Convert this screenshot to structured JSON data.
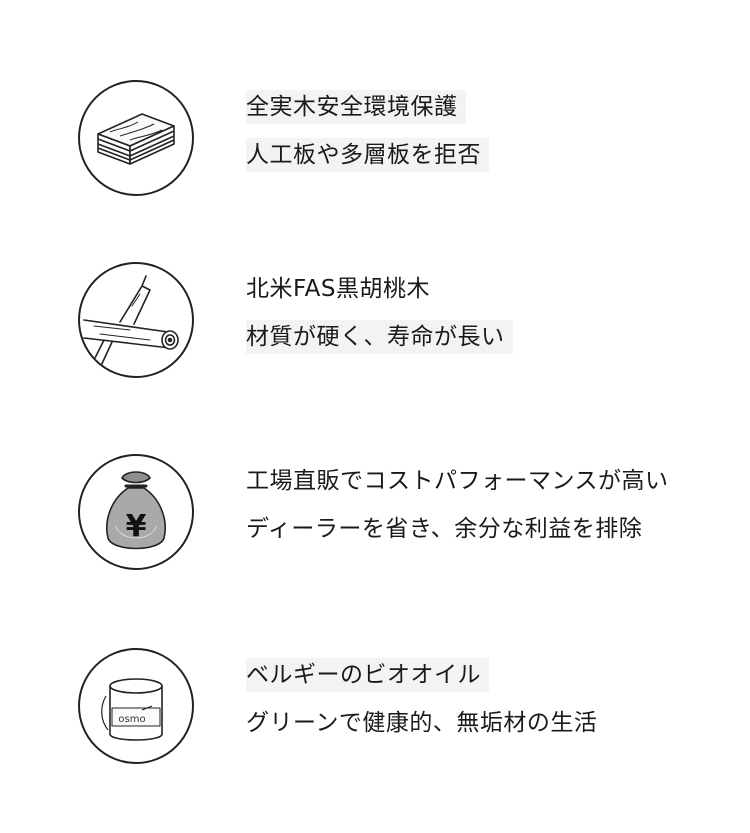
{
  "features": [
    {
      "icon": "solid-wood-planks-icon",
      "line1": "全実木安全環境保護",
      "line2": "人工板や多層板を拒否"
    },
    {
      "icon": "walnut-log-icon",
      "line1": "北米FAS黒胡桃木",
      "line2": "材質が硬く、寿命が長い"
    },
    {
      "icon": "yen-money-bag-icon",
      "line1": "工場直販でコストパフォーマンスが高い",
      "line2": "ディーラーを省き、余分な利益を排除"
    },
    {
      "icon": "osmo-oil-can-icon",
      "icon_label": "osmo",
      "line1": "ベルギーのビオオイル",
      "line2": "グリーンで健康的、無垢材の生活"
    }
  ]
}
